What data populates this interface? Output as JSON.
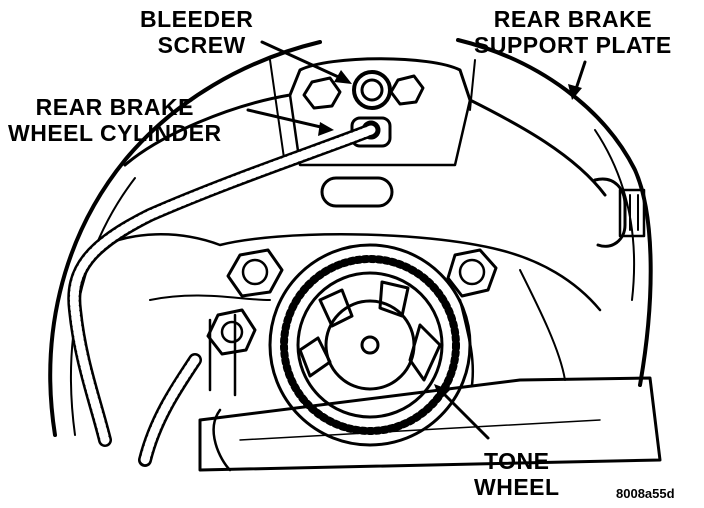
{
  "labels": {
    "bleeder_screw": [
      "BLEEDER",
      "SCREW"
    ],
    "rear_brake_support_plate": [
      "REAR BRAKE",
      "SUPPORT PLATE"
    ],
    "rear_brake_wheel_cylinder": [
      "REAR BRAKE",
      "WHEEL CYLINDER"
    ],
    "tone_wheel": [
      "TONE",
      "WHEEL"
    ]
  },
  "figure_id": "8008a55d"
}
